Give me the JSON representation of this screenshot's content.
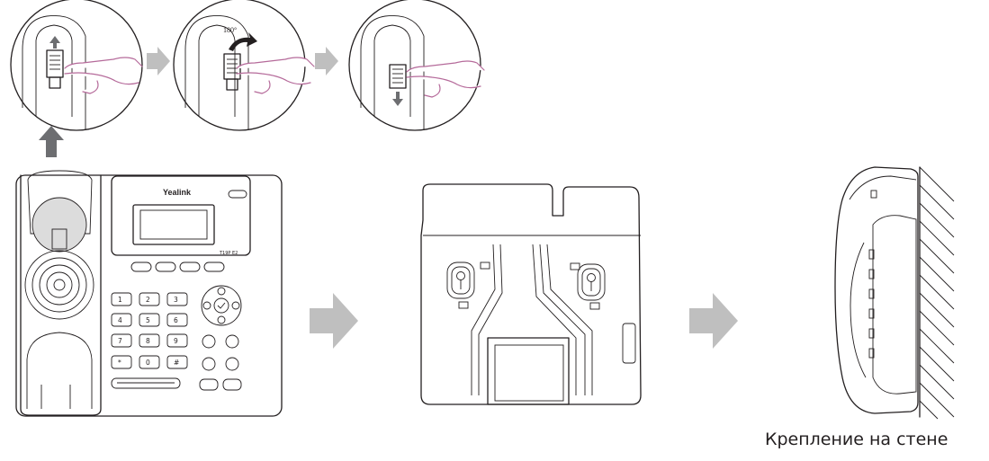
{
  "caption": "Крепление на стене",
  "phone": {
    "brand": "Yealink",
    "model": "T19P E2",
    "keys": [
      "1",
      "2",
      "3",
      "4",
      "5",
      "6",
      "7",
      "8",
      "9",
      "*",
      "0",
      "#"
    ]
  },
  "steps": {
    "rotation_label": "180°"
  },
  "colors": {
    "line": "#231f20",
    "hand_outline": "#b56a9a",
    "flow_arrow": "#bfbfbf",
    "tab_arrow": "#6d6e71"
  }
}
